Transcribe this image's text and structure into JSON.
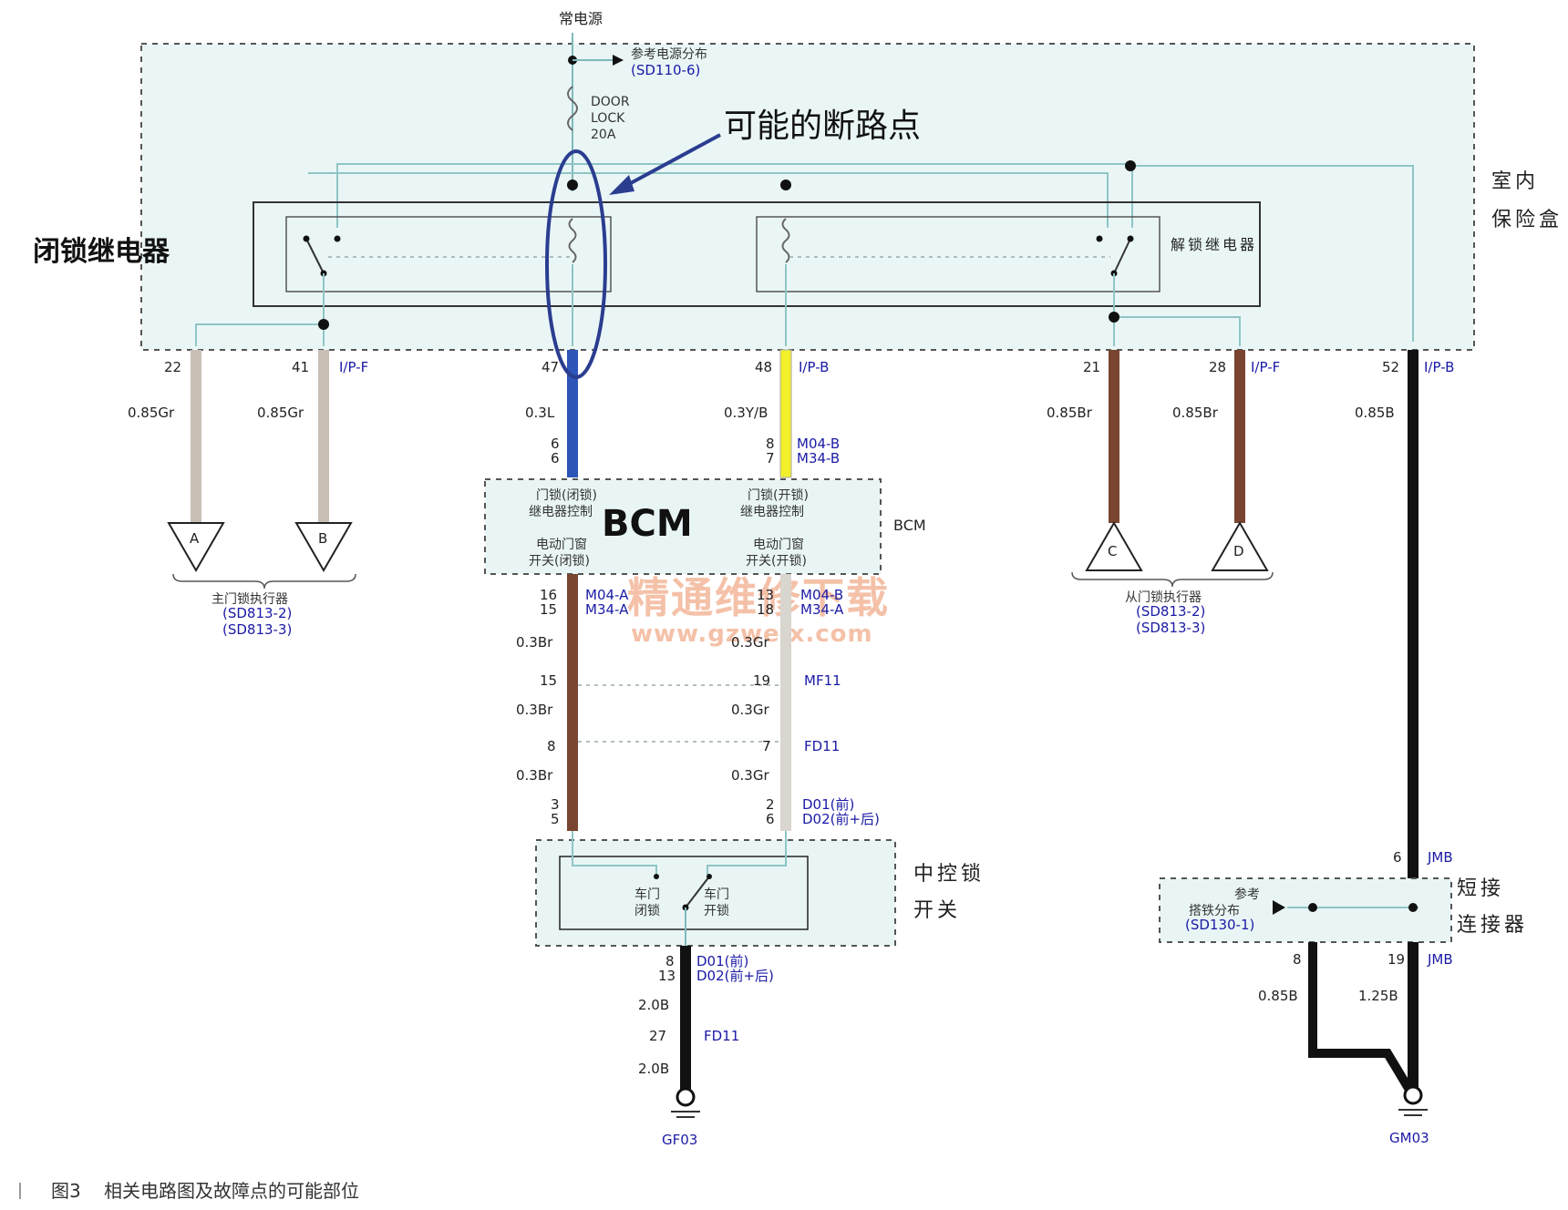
{
  "power_source": "常电源",
  "power_ref": {
    "line1": "参考电源分布",
    "line2": "(SD110-6)"
  },
  "fuse": {
    "line1": "DOOR",
    "line2": "LOCK",
    "line3": "20A"
  },
  "annotation": "可能的断路点",
  "lock_relay": "闭锁继电器",
  "unlock_relay": "解锁继电器",
  "fuse_box": {
    "line1": "室内",
    "line2": "保险盒"
  },
  "wires_top": [
    {
      "pin": "22",
      "gauge": "0.85Gr",
      "connector": ""
    },
    {
      "pin": "41",
      "gauge": "0.85Gr",
      "connector": "I/P-F"
    },
    {
      "pin": "47",
      "gauge": "0.3L",
      "connector": ""
    },
    {
      "pin": "48",
      "gauge": "0.3Y/B",
      "connector": "I/P-B"
    },
    {
      "pin": "21",
      "gauge": "0.85Br",
      "connector": ""
    },
    {
      "pin": "28",
      "gauge": "0.85Br",
      "connector": "I/P-F"
    },
    {
      "pin": "52",
      "gauge": "0.85B",
      "connector": "I/P-B"
    }
  ],
  "bcm_in": {
    "pins_a": [
      "6",
      "6"
    ],
    "pins_b": [
      "8",
      "7"
    ],
    "conn_b": [
      "M04-B",
      "M34-B"
    ]
  },
  "bcm": {
    "title": "BCM",
    "side_label": "BCM",
    "left_top": [
      "门锁(闭锁)",
      "继电器控制"
    ],
    "right_top": [
      "门锁(开锁)",
      "继电器控制"
    ],
    "left_bottom": [
      "电动门窗",
      "开关(闭锁)"
    ],
    "right_bottom": [
      "电动门窗",
      "开关(开锁)"
    ]
  },
  "bcm_out": {
    "left_pins": [
      "16",
      "15"
    ],
    "left_conn": [
      "M04-A",
      "M34-A"
    ],
    "right_pins": [
      "13",
      "18"
    ],
    "right_conn": [
      "M04-B",
      "M34-A"
    ]
  },
  "watermark": {
    "line1": "精通维修下载",
    "line2": "www.gzweix.com"
  },
  "actuators_main": {
    "a": "A",
    "b": "B",
    "title": "主门锁执行器",
    "refs": [
      "(SD813-2)",
      "(SD813-3)"
    ]
  },
  "actuators_slave": {
    "c": "C",
    "d": "D",
    "title": "从门锁执行器",
    "refs": [
      "(SD813-2)",
      "(SD813-3)"
    ]
  },
  "mid_left": [
    {
      "gauge": "0.3Br"
    },
    {
      "pin": "15"
    },
    {
      "gauge": "0.3Br"
    },
    {
      "pin": "8"
    },
    {
      "gauge": "0.3Br"
    }
  ],
  "mid_right": [
    {
      "gauge": "0.3Gr"
    },
    {
      "pin": "19",
      "connector": "MF11"
    },
    {
      "gauge": "0.3Gr"
    },
    {
      "pin": "7",
      "connector": "FD11"
    },
    {
      "gauge": "0.3Gr"
    }
  ],
  "switch_in": {
    "left_pins": [
      "3",
      "5"
    ],
    "right_pins": [
      "2",
      "6"
    ],
    "right_conn": [
      "D01(前)",
      "D02(前+后)"
    ]
  },
  "switch": {
    "label_line1": "中控锁",
    "label_line2": "开关",
    "lock": [
      "车门",
      "闭锁"
    ],
    "unlock": [
      "车门",
      "开锁"
    ]
  },
  "switch_out": {
    "pins": [
      "8",
      "13"
    ],
    "conn": [
      "D01(前)",
      "D02(前+后)"
    ],
    "gauge1": "2.0B",
    "pin2": "27",
    "conn2": "FD11",
    "gauge2": "2.0B",
    "ground": "GF03"
  },
  "jmb": {
    "pin_top": "6",
    "conn_top": "JMB",
    "label_line1": "短接",
    "label_line2": "连接器",
    "ref_line1": "参考",
    "ref_line2": "搭铁分布",
    "ref_line3": "(SD130-1)",
    "pin_l": "8",
    "pin_r": "19",
    "conn_r": "JMB",
    "gauge_l": "0.85B",
    "gauge_r": "1.25B",
    "ground": "GM03"
  },
  "caption": {
    "fig": "图3",
    "text": "相关电路图及故障点的可能部位"
  },
  "colors": {
    "gray": "#c8bfb4",
    "blue": "#2d54b8",
    "yellow": "#f1f02a",
    "brown": "#7a4530",
    "black": "#111111",
    "lightgray": "#d9d6cf"
  }
}
